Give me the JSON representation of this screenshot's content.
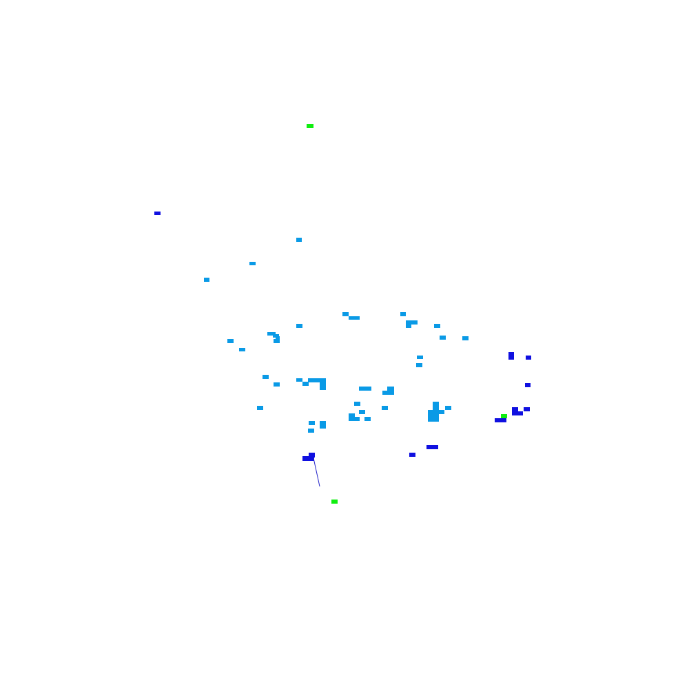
{
  "colors": {
    "background": "#ffffff",
    "light_blue": "#0a9ae6",
    "dark_blue": "#1010e0",
    "green": "#10ee10",
    "track": "#2424c8"
  },
  "layers": [
    {
      "name": "light-blue-feature",
      "color_key": "light_blue"
    },
    {
      "name": "dark-blue-feature",
      "color_key": "dark_blue"
    },
    {
      "name": "green-feature",
      "color_key": "green"
    },
    {
      "name": "track-line",
      "color_key": "track"
    }
  ]
}
